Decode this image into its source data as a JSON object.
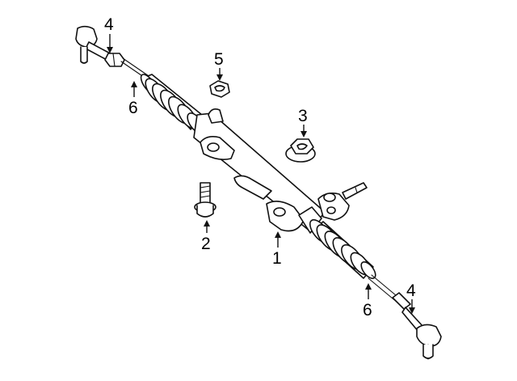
{
  "callouts": [
    {
      "id": "c4a",
      "label": "4"
    },
    {
      "id": "c5",
      "label": "5"
    },
    {
      "id": "c6a",
      "label": "6"
    },
    {
      "id": "c3",
      "label": "3"
    },
    {
      "id": "c2",
      "label": "2"
    },
    {
      "id": "c1",
      "label": "1"
    },
    {
      "id": "c4b",
      "label": "4"
    },
    {
      "id": "c6b",
      "label": "6"
    }
  ]
}
